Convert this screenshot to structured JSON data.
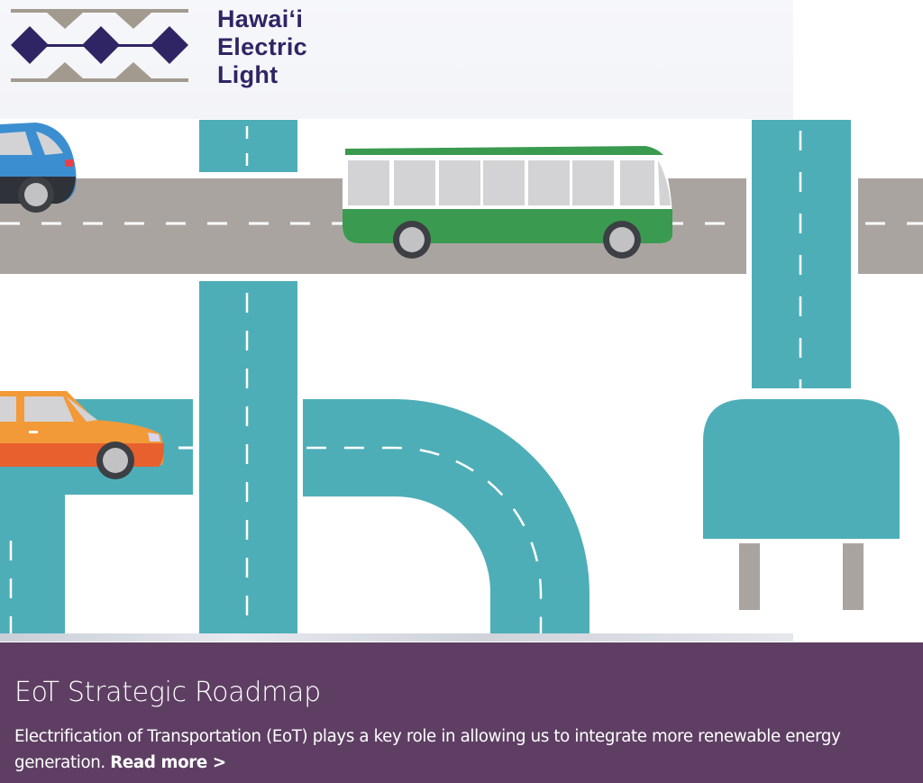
{
  "logo": {
    "lines": [
      "Hawaiʻi",
      "Electric",
      "Light"
    ],
    "mark_color": "#2f2565",
    "accent_color": "#a39a8f"
  },
  "illustration": {
    "description": "Roads forming the letters of a roadmap with a blue car, green bus, orange car and an electric plug",
    "colors": {
      "road_gray": "#aaa4a1",
      "road_teal": "#4eaeb8",
      "bus_green": "#3a9a4f",
      "car_blue": "#3b8fd1",
      "car_orange": "#f29a38",
      "car_red_orange": "#e8602e",
      "window_gray": "#d3d3d5"
    }
  },
  "caption": {
    "title": "EoT Strategic Roadmap",
    "body": "Electrification of Transportation (EoT) plays a key role in allowing us to integrate more renewable energy generation.",
    "read_more": "Read more >",
    "background": "#5e3f63"
  }
}
